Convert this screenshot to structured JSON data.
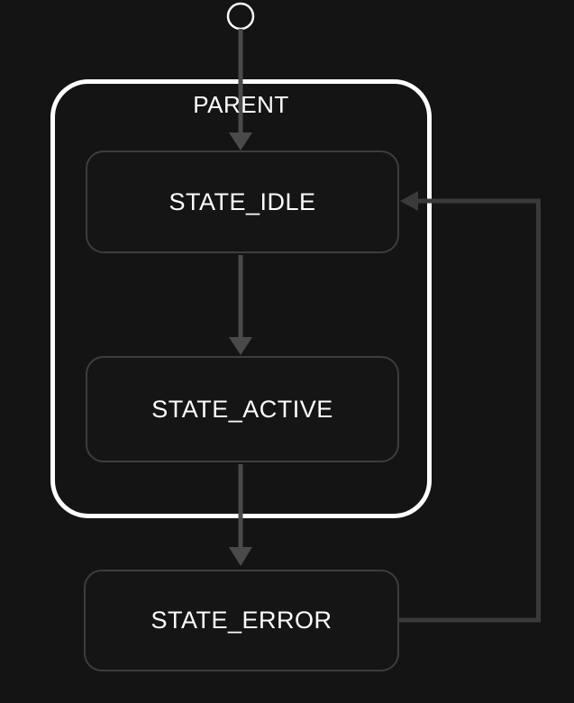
{
  "diagram": {
    "type": "state-machine",
    "parent": {
      "label": "PARENT"
    },
    "states": [
      {
        "id": "idle",
        "label": "STATE_IDLE",
        "container": "PARENT"
      },
      {
        "id": "active",
        "label": "STATE_ACTIVE",
        "container": "PARENT"
      },
      {
        "id": "error",
        "label": "STATE_ERROR",
        "container": null
      }
    ],
    "initial": {
      "marker": "hollow-circle",
      "points_to": "STATE_IDLE"
    },
    "transitions": [
      {
        "from": "initial",
        "to": "STATE_IDLE"
      },
      {
        "from": "STATE_IDLE",
        "to": "STATE_ACTIVE"
      },
      {
        "from": "STATE_ACTIVE",
        "to": "STATE_ERROR"
      },
      {
        "from": "STATE_ERROR",
        "to": "STATE_IDLE"
      }
    ],
    "colors": {
      "background": "#141414",
      "state_fill": "#151515",
      "state_border": "#3d3d3d",
      "parent_border": "#ffffff",
      "transition": "#4a4a4a",
      "transition_return": "#3a3a3a",
      "text": "#ffffff",
      "initial_marker_stroke": "#fafafa"
    }
  }
}
